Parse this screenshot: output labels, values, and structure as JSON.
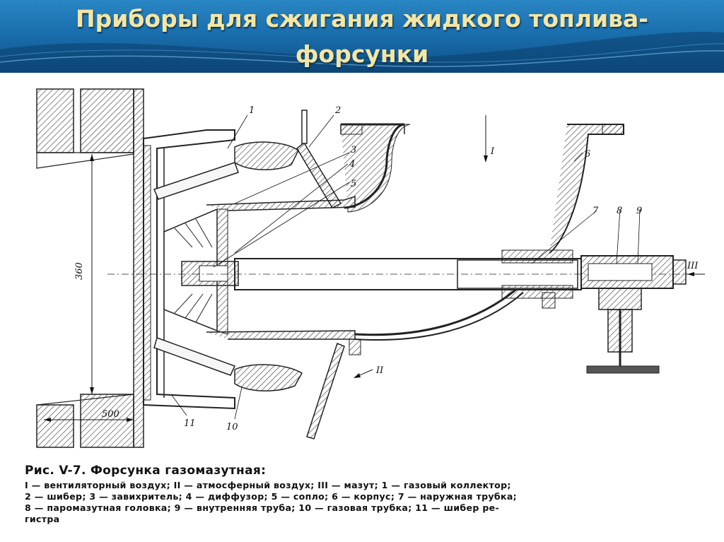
{
  "slide": {
    "title_line1": "Приборы для сжигания жидкого топлива-",
    "title_line2": "форсунки"
  },
  "colors": {
    "header_dark": "#0e4f86",
    "header_light": "#2a86c4",
    "title_text": "#f4e6a2"
  },
  "figure": {
    "dimension_vertical": "360",
    "dimension_horizontal": "500",
    "callouts": [
      "1",
      "2",
      "3",
      "4",
      "5",
      "6",
      "7",
      "8",
      "9",
      "10",
      "11"
    ],
    "flow_labels": [
      "I",
      "II",
      "III"
    ]
  },
  "caption": {
    "title": "Рис. V-7. Форсунка газомазутная:",
    "legend_line1": "I — вентиляторный воздух; II — атмосферный воздух; III — мазут; 1 — газовый коллектор;",
    "legend_line2": "2 — шибер; 3 — завихритель; 4 — диффузор; 5 — сопло; 6 — корпус; 7 — наружная трубка;",
    "legend_line3": "8 — паромазутная головка; 9 — внутренняя труба; 10 — газовая трубка; 11 — шибер ре-",
    "legend_line4": "гистра"
  }
}
